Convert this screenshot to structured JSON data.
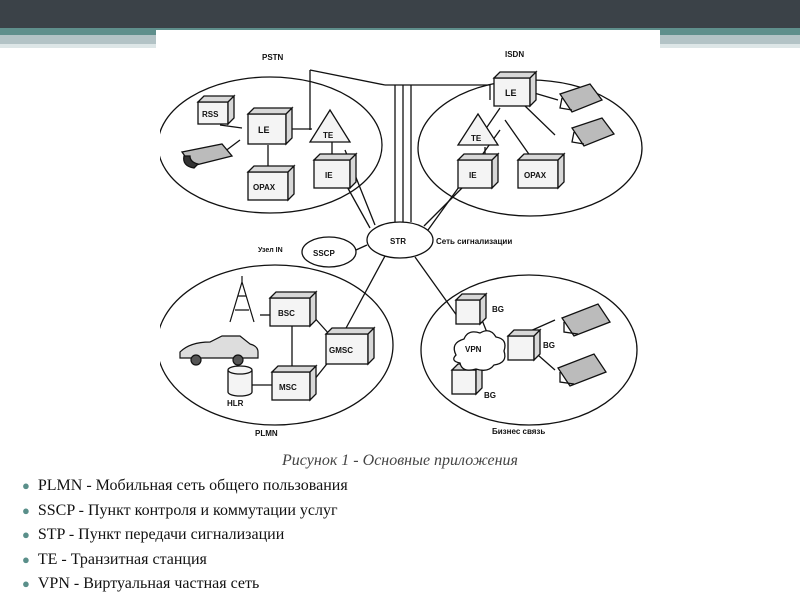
{
  "diagram": {
    "clusters": {
      "pstn": "PSTN",
      "isdn": "ISDN",
      "plmn": "PLMN",
      "business": "Бизнес связь"
    },
    "nodes": {
      "rss": "RSS",
      "le_pstn": "LE",
      "te_pstn": "TE",
      "opax_pstn": "OPAX",
      "ie_pstn": "IE",
      "le_isdn": "LE",
      "te_isdn": "TE",
      "ie_isdn": "IE",
      "opax_isdn": "OPAX",
      "sscp": "SSCP",
      "in_node_label": "Узел IN",
      "str": "STR",
      "signal_net_label": "Сеть сигнализации",
      "bsc": "BSC",
      "gmsc": "GMSC",
      "msc": "MSC",
      "hlr": "HLR",
      "vpn": "VPN",
      "bg1": "BG",
      "bg2": "BG",
      "bg3": "BG"
    }
  },
  "caption": "Рисунок 1 - Основные приложения",
  "legend": [
    "PLMN - Мобильная сеть общего пользования",
    "SSCP - Пункт контроля и коммутации услуг",
    "STP - Пункт передачи сигнализации",
    "TE - Транзитная станция",
    "VPN - Виртуальная частная сеть"
  ]
}
